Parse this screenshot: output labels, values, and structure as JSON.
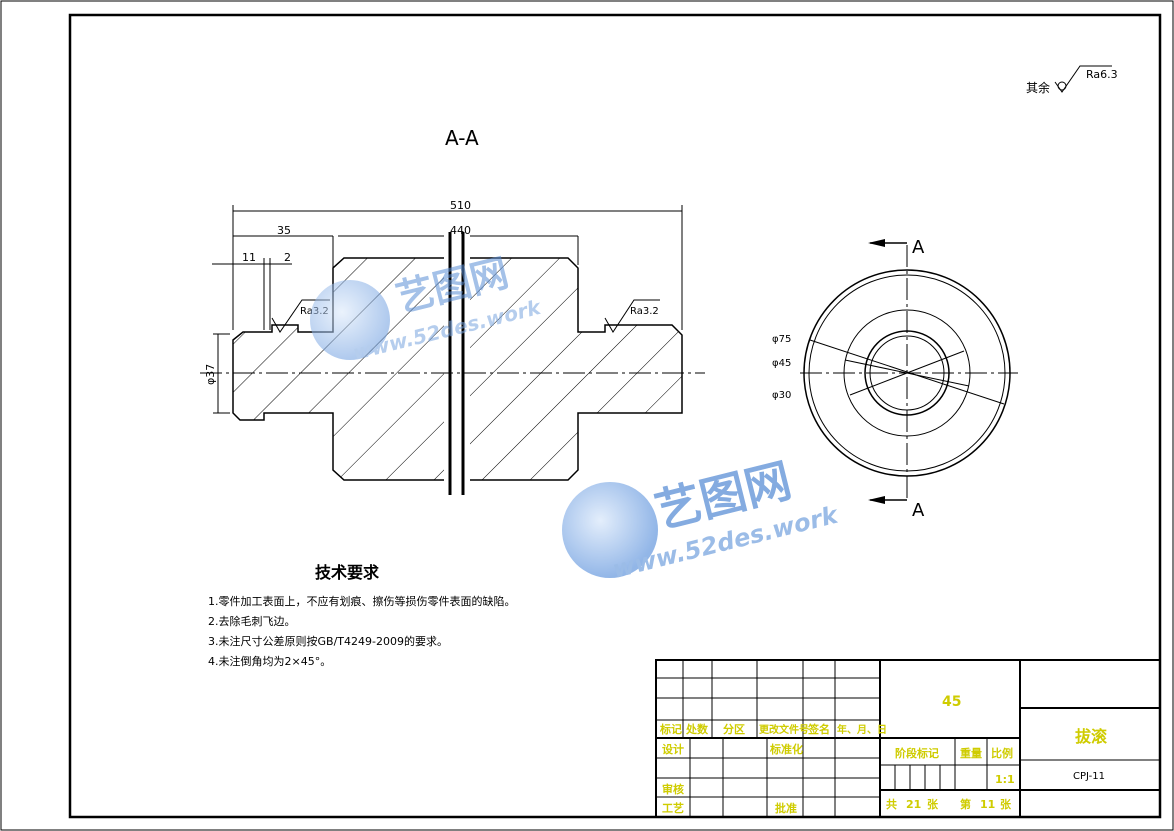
{
  "drawing": {
    "section_label": "A-A",
    "roughness_other": {
      "prefix": "其余",
      "value": "Ra6.3"
    },
    "dims": {
      "total": "510",
      "main": "440",
      "left": "35",
      "chamfer_a": "11",
      "chamfer_b": "2",
      "diameter": "φ37"
    },
    "roughness_marks": [
      "Ra3.2",
      "Ra3.2"
    ],
    "side_view": {
      "label_top": "A",
      "label_bottom": "A",
      "d1": "φ75",
      "d2": "φ45",
      "d3": "φ30"
    }
  },
  "tech_requirements": {
    "title": "技术要求",
    "items": [
      "1.零件加工表面上，不应有划痕、擦伤等损伤零件表面的缺陷。",
      "2.去除毛刺飞边。",
      "3.未注尺寸公差原则按GB/T4249-2009的要求。",
      "4.未注倒角均为2×45°。"
    ]
  },
  "title_block": {
    "material": "45",
    "part_name": "拔滚",
    "drawing_no": "CPJ-11",
    "revision_headers": [
      "标记",
      "处数",
      "分区",
      "更改文件号",
      "签名",
      "年、月、日"
    ],
    "design": "设计",
    "standardize": "标准化",
    "review": "审核",
    "process": "工艺",
    "approve": "批准",
    "stage_mark": "阶段标记",
    "weight": "重量",
    "scale_label": "比例",
    "scale": "1:1",
    "sheets": {
      "total_prefix": "共",
      "total": "21",
      "unit": "张",
      "current_prefix": "第",
      "current": "11",
      "unit2": "张"
    }
  },
  "watermark": {
    "cn": "艺图网",
    "url": "www.52des.work"
  },
  "colors": {
    "title_block_text": "#cfcc00",
    "watermark": "#5b8fd6"
  }
}
